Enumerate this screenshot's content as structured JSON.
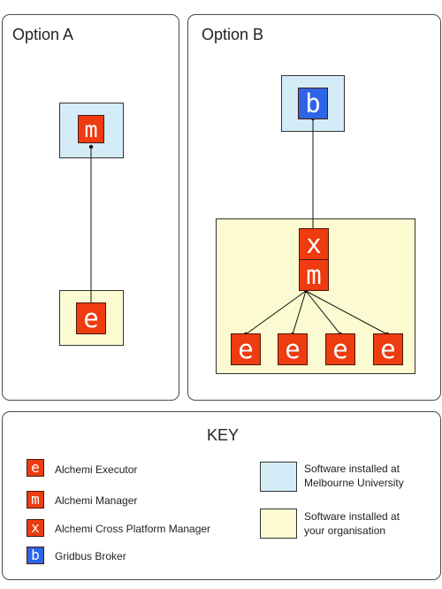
{
  "option_a": {
    "title": "Option A"
  },
  "option_b": {
    "title": "Option B"
  },
  "key": {
    "title": "KEY",
    "items": [
      {
        "letter": "e",
        "label": "Alchemi Executor",
        "color": "#ee3b0f"
      },
      {
        "letter": "m",
        "label": "Alchemi Manager",
        "color": "#ee3b0f"
      },
      {
        "letter": "x",
        "label": "Alchemi Cross Platform Manager",
        "color": "#ee3b0f"
      },
      {
        "letter": "b",
        "label": "Gridbus Broker",
        "color": "#2e64e6"
      }
    ],
    "swatches": [
      {
        "label_line1": "Software installed at",
        "label_line2": "Melbourne University",
        "color": "#d4ecf8"
      },
      {
        "label_line1": "Software installed at",
        "label_line2": "your organisation",
        "color": "#fbfad0"
      }
    ]
  },
  "glyphs": {
    "executor": "e",
    "manager": "m",
    "cross": "x",
    "broker": "b"
  },
  "colors": {
    "component": "#ee3b0f",
    "broker": "#2e64e6",
    "melbourne": "#d4ecf8",
    "organisation": "#fbfad0"
  }
}
